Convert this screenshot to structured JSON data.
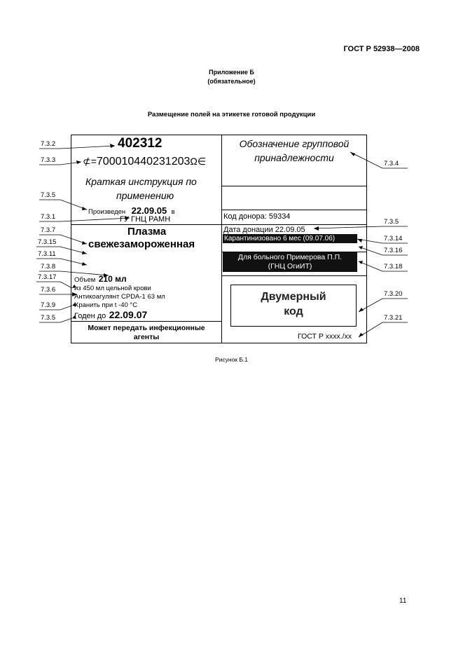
{
  "header": {
    "standard": "ГОСТ Р 52938—2008"
  },
  "appendix": {
    "title": "Приложение Б",
    "status": "(обязательное)"
  },
  "caption": "Размещение полей на этикетке готовой продукции",
  "figure_label": "Рисунок Б.1",
  "page_number": "11",
  "label": {
    "left": {
      "number": "402312",
      "barcode_prefix": "⊄=",
      "barcode_value": "700010440231203",
      "barcode_suffix": "Ω∈",
      "instruction_line1": "Краткая инструкция по",
      "instruction_line2": "применению",
      "produced_prefix": "Произведен",
      "produced_date": "22.09.05",
      "produced_suffix": "в",
      "producer": "ГУ ГНЦ РАМН",
      "product_line1": "Плазма",
      "product_line2": "свежезамороженная",
      "volume_prefix": "Объем",
      "volume_value": "210 мл",
      "source": "из 450 мл цельной крови",
      "anticoagulant": "Антикоагулянт CPDA-1 63 мл",
      "storage": "Хранить при t -40 °С",
      "expiry_prefix": "Годен до",
      "expiry_date": "22.09.07",
      "warning_line1": "Может передать инфекционные",
      "warning_line2": "агенты"
    },
    "right": {
      "group_line1": "Обозначение групповой",
      "group_line2": "принадлежности",
      "donor_code": "Код донора:  59334",
      "donation_date": "Дата донации 22.09.05",
      "quarantine": "Карантинизовано 6 мес (09.07.06)",
      "patient_line1": "Для больного Примерова П.П.",
      "patient_line2": "(ГНЦ ОгиИТ)",
      "code_line1": "Двумерный",
      "code_line2": "код",
      "standard_ref": "ГОСТ Р xxxx./xx"
    }
  },
  "callouts": {
    "c_732": "7.3.2",
    "c_733": "7.3.3",
    "c_735a": "7.3.5",
    "c_731": "7.3.1",
    "c_737": "7.3.7",
    "c_7315": "7.3.15",
    "c_7311": "7.3.11",
    "c_738": "7.3.8",
    "c_7317": "7.3.17",
    "c_736": "7.3.6",
    "c_739": "7.3.9",
    "c_735b": "7.3.5",
    "c_734": "7.3.4",
    "c_735c": "7.3.5",
    "c_7314": "7.3.14",
    "c_7316": "7.3.16",
    "c_7318": "7.3.18",
    "c_7320": "7.3.20",
    "c_7321": "7.3.21"
  }
}
